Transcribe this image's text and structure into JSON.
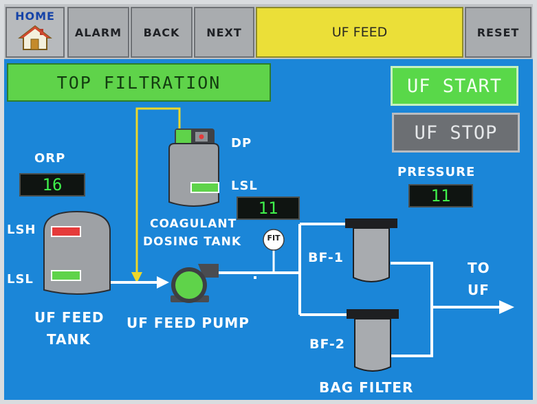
{
  "nav": {
    "home_label": "HOME",
    "alarm_label": "ALARM",
    "back_label": "BACK",
    "next_label": "NEXT",
    "screen_title": "UF FEED",
    "reset_label": "RESET"
  },
  "section_title": "TOP FILTRATION",
  "controls": {
    "start_label": "UF START",
    "stop_label": "UF STOP"
  },
  "readouts": {
    "orp_label": "ORP",
    "orp_value": "16",
    "pressure_label": "PRESSURE",
    "pressure_value": "11",
    "dosing_level_value": "11"
  },
  "equipment": {
    "dp_label": "DP",
    "dosing_lsl_label": "LSL",
    "dosing_tank_line1": "COAGULANT",
    "dosing_tank_line2": "DOSING TANK",
    "feed_lsh_label": "LSH",
    "feed_lsl_label": "LSL",
    "feed_tank_line1": "UF FEED",
    "feed_tank_line2": "TANK",
    "pump_label": "UF FEED PUMP",
    "fit_label": "FIT",
    "bf1_label": "BF-1",
    "bf2_label": "BF-2",
    "bag_filter_label": "BAG FILTER",
    "to_label": "TO",
    "uf_label": "UF"
  },
  "colors": {
    "background": "#1b86d8",
    "indicator_on": "#5fd34a",
    "alarm_red": "#e53a3a",
    "title_yellow": "#ebdf38",
    "dosing_line": "#ecd72a"
  }
}
